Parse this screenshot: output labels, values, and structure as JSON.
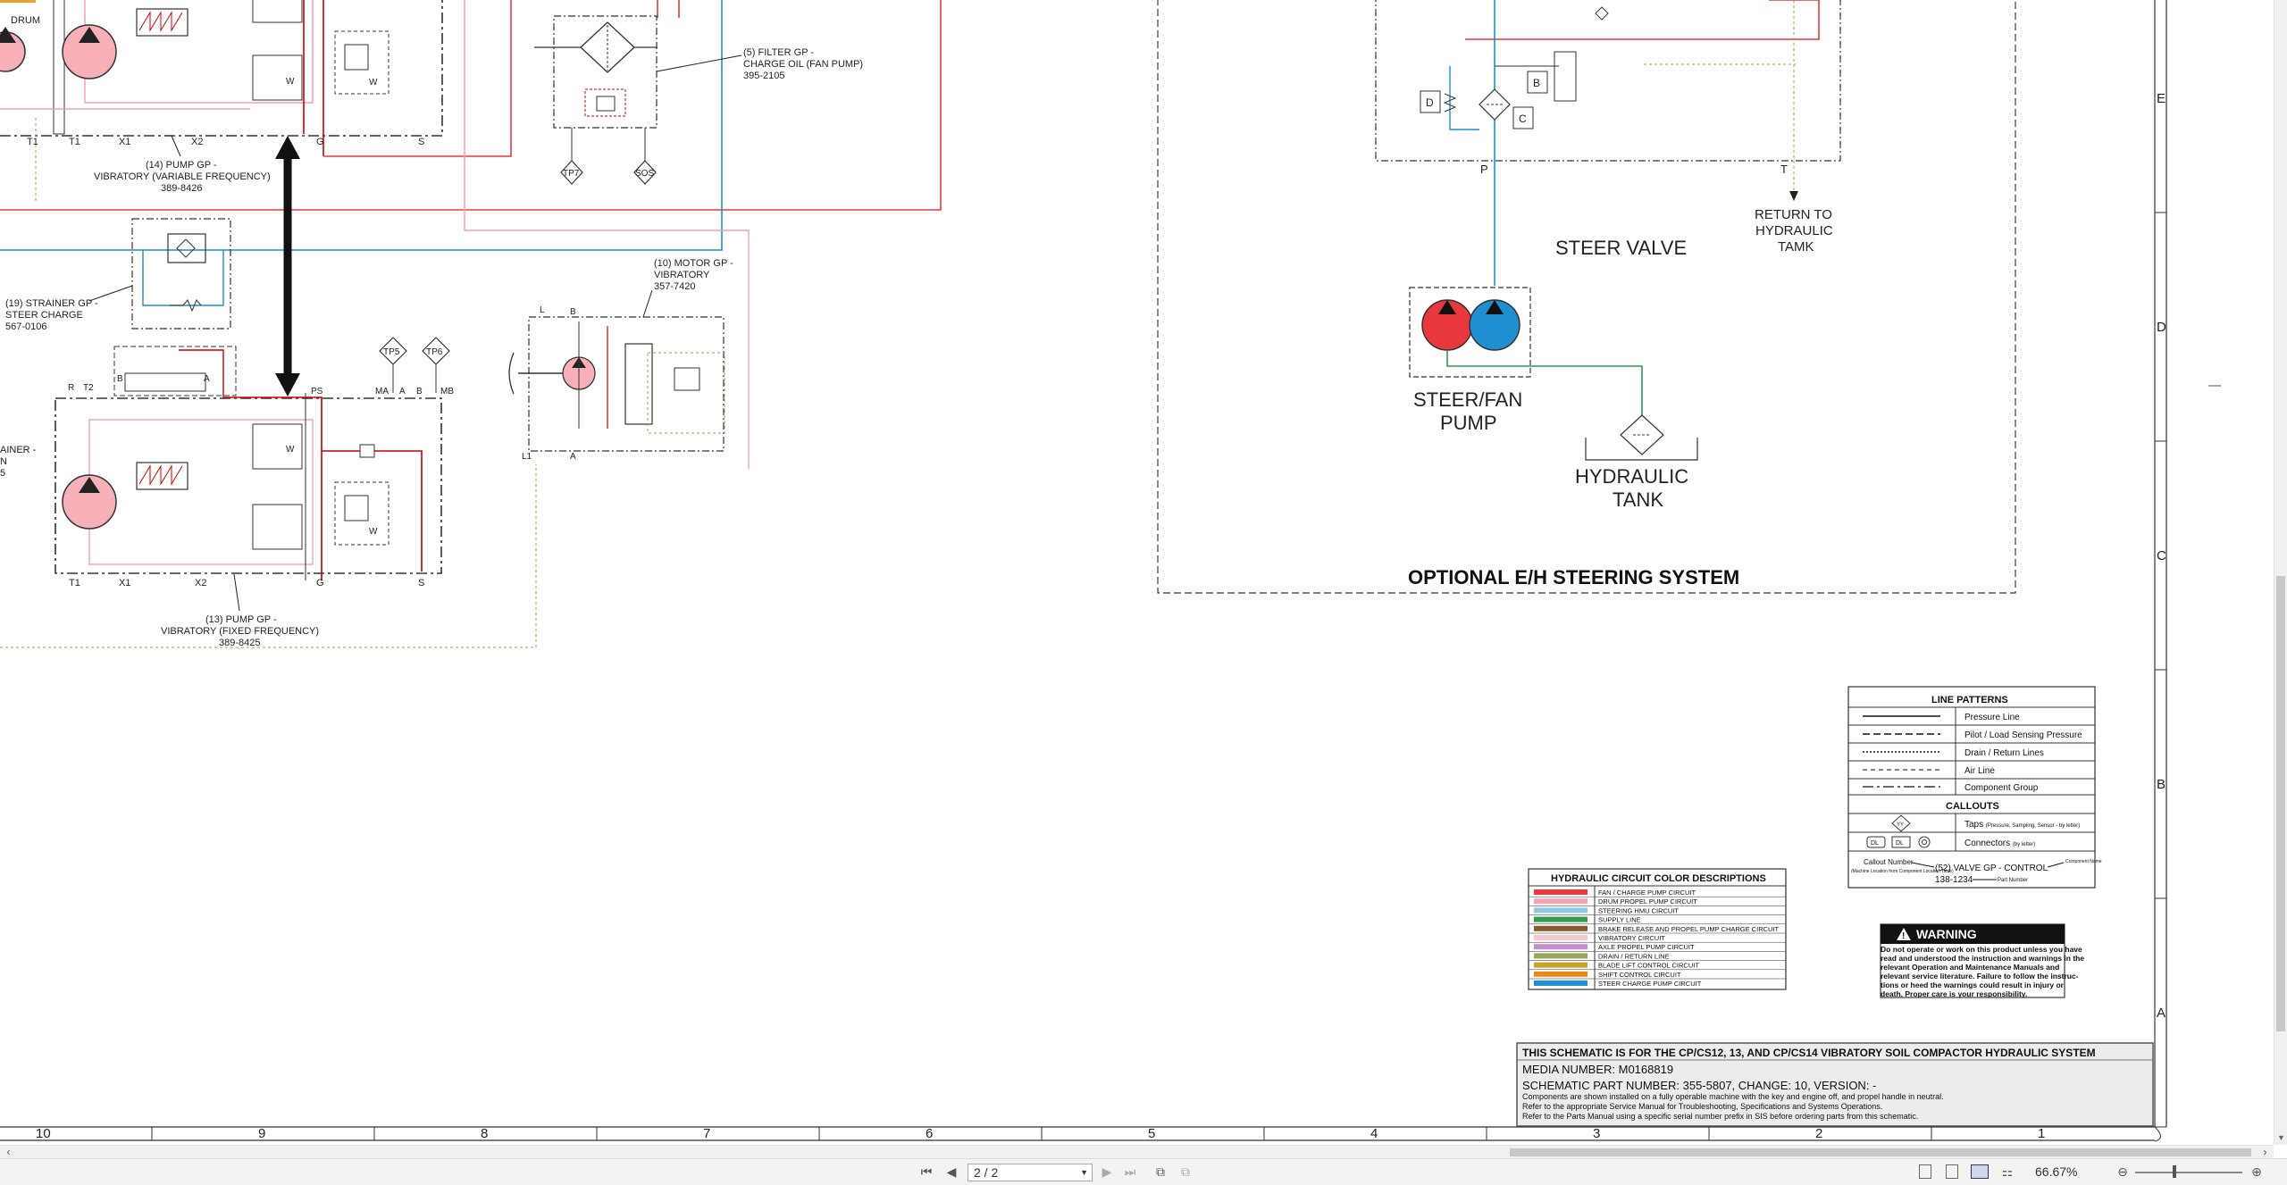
{
  "viewer": {
    "page_display": "2 / 2",
    "zoom": "66.67%",
    "zoom_level": 0.6667
  },
  "schematic": {
    "top_label_drum": "DRUM",
    "labels": {
      "t1a": "T1",
      "t1b": "T1",
      "x1a": "X1",
      "x2a": "X2",
      "ga": "G",
      "sa": "S",
      "r": "R",
      "t2": "T2",
      "ps": "PS",
      "b_valve": "B",
      "a_valve": "A",
      "ma": "MA",
      "a_tp": "A",
      "b_tp": "B",
      "mb": "MB",
      "t1c": "T1",
      "x1b": "X1",
      "x2b": "X2",
      "gb": "G",
      "sb": "S",
      "l_motor": "L",
      "b_motor": "B",
      "l1_motor": "L1",
      "a_motor": "A",
      "w1": "W",
      "w2": "W",
      "w3": "W",
      "w4": "W",
      "p_port": "P",
      "t_port": "T",
      "d_box": "D",
      "c_box": "C",
      "b_box": "B"
    },
    "taps": {
      "tp7": "TP7",
      "sos": "SOS",
      "tp5": "TP5",
      "tp6": "TP6"
    },
    "callouts": {
      "pump14": [
        "(14) PUMP GP -",
        "VIBRATORY (VARIABLE FREQUENCY)",
        "389-8426"
      ],
      "filter5": [
        "(5) FILTER GP -",
        "CHARGE OIL (FAN PUMP)",
        "395-2105"
      ],
      "strainer19": [
        "(19) STRAINER GP -",
        "STEER CHARGE",
        "567-0106"
      ],
      "motor10": [
        "(10) MOTOR GP -",
        "VIBRATORY",
        "357-7420"
      ],
      "pump13": [
        "(13) PUMP GP -",
        "VIBRATORY (FIXED FREQUENCY)",
        "389-8425"
      ],
      "strainer_cut": [
        "AINER -",
        "N",
        "5"
      ]
    },
    "steering": {
      "return_tank": [
        "RETURN TO",
        "HYDRAULIC",
        "TAMK"
      ],
      "steer_valve": "STEER VALVE",
      "steer_fan_pump": [
        "STEER/FAN",
        "PUMP"
      ],
      "hydraulic_tank": [
        "HYDRAULIC",
        "TANK"
      ],
      "system_title": "OPTIONAL E/H STEERING SYSTEM"
    },
    "line_patterns": {
      "title": "LINE PATTERNS",
      "items": [
        "Pressure Line",
        "Pilot / Load Sensing Pressure",
        "Drain / Return Lines",
        "Air Line",
        "Component Group"
      ],
      "callouts_title": "CALLOUTS",
      "taps_label": "Taps",
      "taps_note": "(Pressure, Sampling, Sensor - by letter)",
      "connectors_label": "Connectors",
      "connectors_note": "(by letter)",
      "tap_sym": "YY",
      "conn_sym1": "DL",
      "conn_sym2": "DL",
      "callout_number": "Callout Number",
      "callout_note": "(Machine Location from Component Location Table)",
      "example_line1": "(52) VALVE GP - CONTROL",
      "example_line2": "138-1234",
      "component_name": "Component Name",
      "part_number": "Part Number"
    },
    "circuit_colors": {
      "title": "HYDRAULIC CIRCUIT COLOR DESCRIPTIONS",
      "items": [
        {
          "label": "FAN / CHARGE PUMP CIRCUIT",
          "color": "#e8383d"
        },
        {
          "label": "DRUM PROPEL PUMP CIRCUIT",
          "color": "#f4a3b0"
        },
        {
          "label": "STEERING HMU CIRCUIT",
          "color": "#8ecae6"
        },
        {
          "label": "SUPPLY LINE",
          "color": "#2e9e4a"
        },
        {
          "label": "BRAKE RELEASE AND PROPEL PUMP CHARGE CIRCUIT",
          "color": "#8b5a2b"
        },
        {
          "label": "VIBRATORY CIRCUIT",
          "color": "#f7c6cf"
        },
        {
          "label": "AXLE PROPEL PUMP CIRCUIT",
          "color": "#c490d1"
        },
        {
          "label": "DRAIN / RETURN LINE",
          "color": "#9aa35a"
        },
        {
          "label": "BLADE LIFT CONTROL CIRCUIT",
          "color": "#c9a227"
        },
        {
          "label": "SHIFT CONTROL CIRCUIT",
          "color": "#e88a1a"
        },
        {
          "label": "STEER CHARGE PUMP CIRCUIT",
          "color": "#1f8fd1"
        }
      ]
    },
    "warning": {
      "title": "WARNING",
      "lines": [
        "Do not operate or work on this product unless you have",
        "read and understood the instruction and warnings in the",
        "relevant Operation and Maintenance Manuals and",
        "relevant service literature. Failure to follow the instruc-",
        "tions or heed the warnings could result in injury or",
        "death. Proper care is your responsibility."
      ]
    },
    "title_block": {
      "line1": "THIS SCHEMATIC IS FOR THE CP/CS12, 13, AND CP/CS14 VIBRATORY SOIL COMPACTOR HYDRAULIC SYSTEM",
      "media": "MEDIA NUMBER: M0168819",
      "part": "SCHEMATIC PART NUMBER: 355-5807, CHANGE: 10, VERSION: -",
      "notes": [
        "Components are shown installed on a fully operable machine with the key and engine off, and propel handle in neutral.",
        "Refer to the appropriate Service Manual for Troubleshooting, Specifications and Systems Operations.",
        "Refer to the Parts Manual using a specific serial number prefix in SIS before ordering parts from this schematic."
      ]
    },
    "grid_columns": [
      "10",
      "9",
      "8",
      "7",
      "6",
      "5",
      "4",
      "3",
      "2",
      "1"
    ],
    "grid_rows": [
      "E",
      "D",
      "C",
      "B",
      "A"
    ]
  }
}
